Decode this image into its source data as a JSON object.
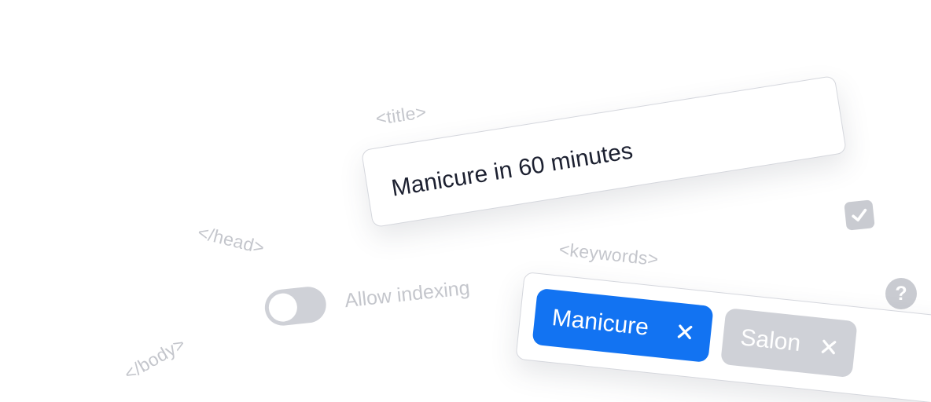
{
  "tags": {
    "title": "<title>",
    "head": "</head>",
    "body": "</body>",
    "keywords": "<keywords>"
  },
  "title_field": {
    "value": "Manicure in 60 minutes"
  },
  "indexing": {
    "label": "Allow indexing",
    "enabled": false
  },
  "checkbox": {
    "checked": true,
    "icon": "check-icon"
  },
  "help": {
    "glyph": "?",
    "icon": "question-icon"
  },
  "keywords": {
    "chips": [
      {
        "label": "Manicure",
        "state": "active"
      },
      {
        "label": "Salon",
        "state": "inactive"
      }
    ]
  },
  "colors": {
    "accent": "#1273f2",
    "muted": "#c4c6cc",
    "chip_inactive": "#cfd1d7",
    "text": "#1c2030"
  }
}
